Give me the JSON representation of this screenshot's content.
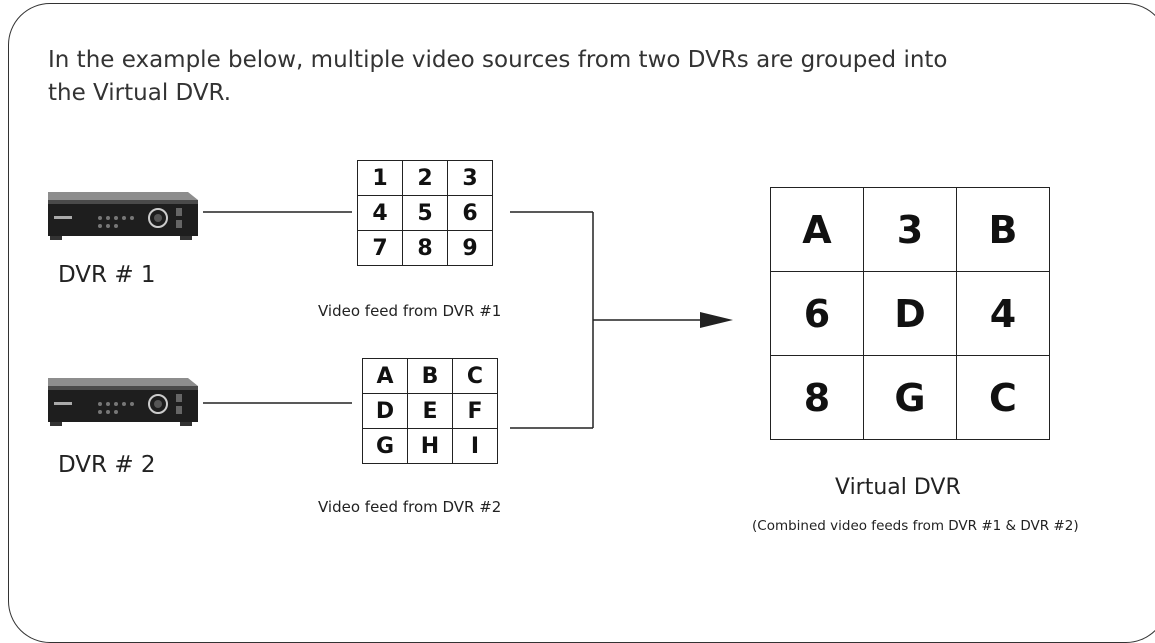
{
  "intro_text": "In the example below, multiple video sources from two DVRs are grouped into the Virtual DVR.",
  "dvr1": {
    "label": "DVR # 1",
    "feed_caption": "Video feed from DVR #1",
    "grid": [
      [
        "1",
        "2",
        "3"
      ],
      [
        "4",
        "5",
        "6"
      ],
      [
        "7",
        "8",
        "9"
      ]
    ]
  },
  "dvr2": {
    "label": "DVR # 2",
    "feed_caption": "Video feed from DVR #2",
    "grid": [
      [
        "A",
        "B",
        "C"
      ],
      [
        "D",
        "E",
        "F"
      ],
      [
        "G",
        "H",
        "I"
      ]
    ]
  },
  "virtual": {
    "label": "Virtual DVR",
    "sub_label": "(Combined video feeds from DVR #1 & DVR #2)",
    "grid": [
      [
        "A",
        "3",
        "B"
      ],
      [
        "6",
        "D",
        "4"
      ],
      [
        "8",
        "G",
        "C"
      ]
    ]
  }
}
